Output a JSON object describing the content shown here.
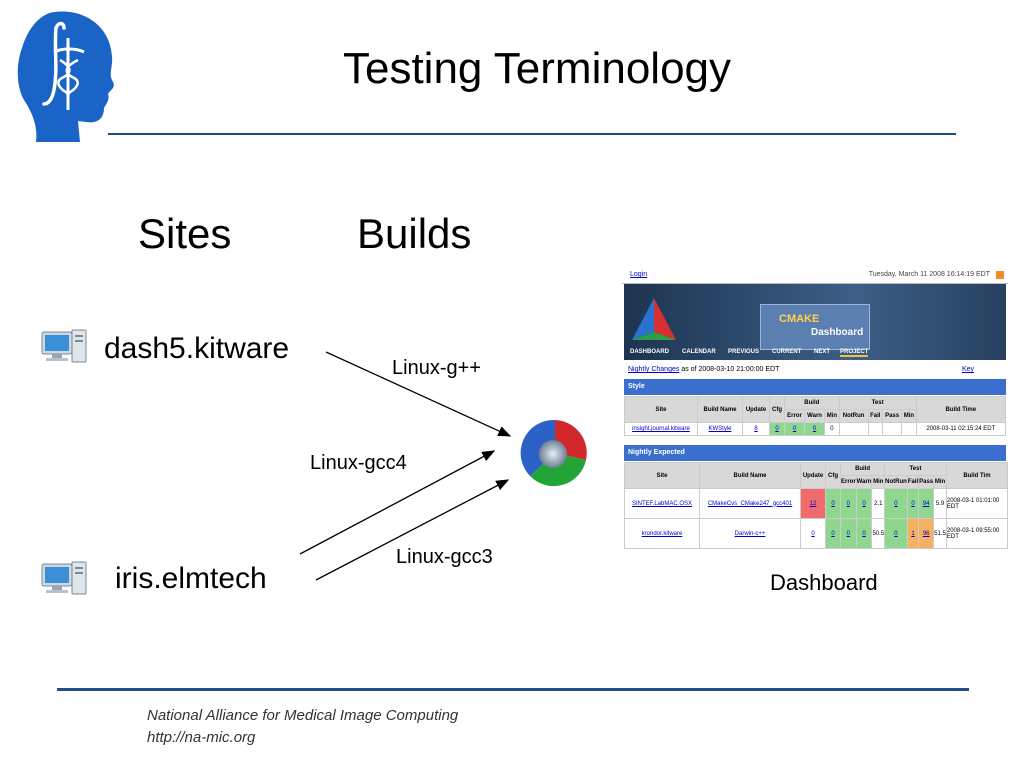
{
  "slide": {
    "title": "Testing Terminology",
    "headings": {
      "sites": "Sites",
      "builds": "Builds"
    },
    "sites": [
      {
        "name": "dash5.kitware"
      },
      {
        "name": "iris.elmtech"
      }
    ],
    "builds": [
      {
        "name": "Linux-g++"
      },
      {
        "name": "Linux-gcc4"
      },
      {
        "name": "Linux-gcc3"
      }
    ],
    "dashboard_caption": "Dashboard",
    "footer": {
      "line1": "National Alliance for Medical Image Computing",
      "line2": "http://na-mic.org"
    }
  },
  "dashboard": {
    "login": "Login",
    "datetime": "Tuesday, March 11 2008 16:14:19 EDT",
    "logo_line1": "CMAKE",
    "logo_line2": "Dashboard",
    "nav": [
      "DASHBOARD",
      "CALENDAR",
      "PREVIOUS",
      "CURRENT",
      "NEXT",
      "PROJECT"
    ],
    "nightly_link": "Nightly Changes",
    "nightly_rest": " as of 2008-03-10 21:00:00 EDT",
    "key": "Key",
    "style_section": {
      "title": "Style",
      "headers": {
        "site": "Site",
        "build_name": "Build Name",
        "update": "Update",
        "cfg": "Cfg",
        "build": "Build",
        "test": "Test",
        "build_time": "Build Time",
        "error": "Error",
        "warn": "Warn",
        "min": "Min",
        "notrun": "NotRun",
        "fail": "Fail",
        "pass": "Pass",
        "min2": "Min"
      },
      "row": {
        "site": "insight.journal.kitware",
        "build": "KWStyle",
        "update": "8",
        "cfg": "0",
        "error": "0",
        "warn": "0",
        "min": "0",
        "time": "2008-03-11 02:15:24 EDT"
      }
    },
    "expected_section": {
      "title": "Nightly Expected",
      "headers": {
        "site": "Site",
        "build_name": "Build Name",
        "update": "Update",
        "cfg": "Cfg",
        "build": "Build",
        "test": "Test",
        "build_time": "Build Tim",
        "error": "Error",
        "warn": "Warn",
        "min": "Min",
        "notrun": "NotRun",
        "fail": "Fail",
        "pass": "Pass",
        "min2": "Min"
      },
      "rows": [
        {
          "site": "SINTEF.LabMAC.OSX",
          "build": "CMakeCvs_CMake247_gcc401",
          "update": "12",
          "cfg": "0",
          "error": "0",
          "warn": "0",
          "min": "2.1",
          "notrun": "0",
          "fail": "0",
          "pass": "94",
          "tmin": "5.9",
          "time": "2008-03-1 01:01:00 EDT"
        },
        {
          "site": "krondor.kitware",
          "build": "Darwin-c++",
          "update": "0",
          "cfg": "0",
          "error": "0",
          "warn": "0",
          "min": "50.5",
          "notrun": "0",
          "fail": "1",
          "pass": "96",
          "tmin": "51.5",
          "time": "2008-03-1 09:55:00 EDT"
        }
      ]
    }
  },
  "colors": {
    "rule": "#1f4e8a",
    "section_header": "#3a6fce",
    "pass_green": "#8fd68f",
    "update_red": "#f06c6c",
    "fail_orange": "#f5b060"
  },
  "icons": {
    "logo": "slicer-head-logo",
    "site": "computer-icon",
    "dashboard": "cdash-sphere-icon"
  }
}
